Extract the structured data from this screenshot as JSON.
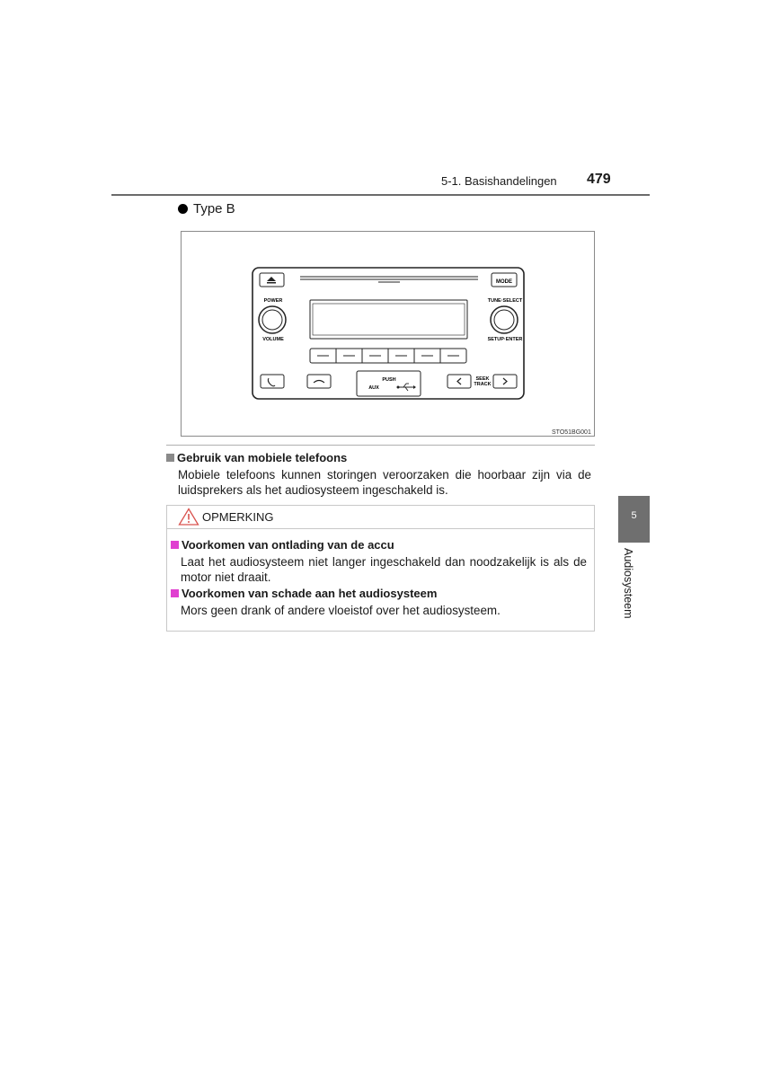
{
  "header": {
    "section": "5-1. Basishandelingen",
    "page_number": "479"
  },
  "type_heading": "Type B",
  "figure": {
    "code": "STO51BG001",
    "labels": {
      "mode": "MODE",
      "power": "POWER",
      "volume": "VOLUME",
      "tune_select": "TUNE·SELECT",
      "setup_enter": "SETUP·ENTER",
      "push": "PUSH",
      "aux": "AUX",
      "seek": "SEEK",
      "track": "TRACK"
    }
  },
  "section": {
    "heading": "Gebruik van mobiele telefoons",
    "lines": [
      "Mobiele telefoons kunnen storingen veroorzaken die hoorbaar zijn via de",
      "luidsprekers als het audiosysteem ingeschakeld is."
    ]
  },
  "notice": {
    "title": "OPMERKING",
    "items": [
      {
        "title": "Voorkomen van ontlading van de accu",
        "lines": [
          "Laat het audiosysteem niet langer ingeschakeld dan noodzakelijk is als de",
          "motor niet draait."
        ]
      },
      {
        "title": "Voorkomen van schade aan het audiosysteem",
        "lines": [
          "Mors geen drank of andere vloeistof over het audiosysteem."
        ]
      }
    ]
  },
  "chapter": {
    "number": "5",
    "label": "Audiosysteem"
  },
  "colors": {
    "notice_bullet": "#e040d0",
    "section_bullet": "#8a8a8a",
    "tab": "#6f6f6f",
    "warning_triangle": "#d9534f"
  }
}
